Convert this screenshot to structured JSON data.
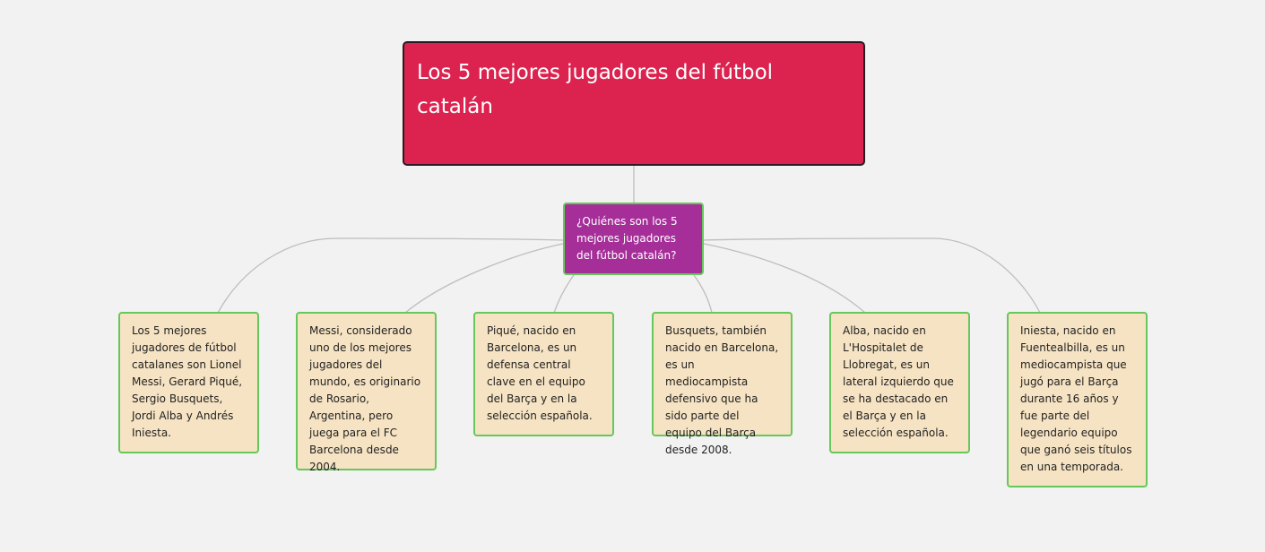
{
  "root": {
    "text": "Los 5 mejores jugadores del fútbol catalán"
  },
  "hub": {
    "text": "¿Quiénes son los 5 mejores jugadores del fútbol catalán?"
  },
  "leaves": [
    {
      "text": "Los 5 mejores jugadores de fútbol catalanes son Lionel Messi, Gerard Piqué, Sergio Busquets, Jordi Alba y Andrés Iniesta."
    },
    {
      "text": "Messi, considerado uno de los mejores jugadores del mundo, es originario de Rosario, Argentina, pero juega para el FC Barcelona desde 2004."
    },
    {
      "text": "Piqué, nacido en Barcelona, es un defensa central clave en el equipo del Barça y en la selección española."
    },
    {
      "text": "Busquets, también nacido en Barcelona, es un mediocampista defensivo que ha sido parte del equipo del Barça desde 2008."
    },
    {
      "text": "Alba, nacido en L'Hospitalet de Llobregat, es un lateral izquierdo que se ha destacado en el Barça y en la selección española."
    },
    {
      "text": "Iniesta, nacido en Fuentealbilla, es un mediocampista que jugó para el Barça durante 16 años y fue parte del legendario equipo que ganó seis títulos en una temporada."
    }
  ],
  "colors": {
    "background": "#f2f2f2",
    "root_fill": "#dc2350",
    "hub_fill": "#a52e98",
    "leaf_fill": "#f6e3c3",
    "node_border": "#66c85a",
    "connector": "#bdbdbd"
  }
}
